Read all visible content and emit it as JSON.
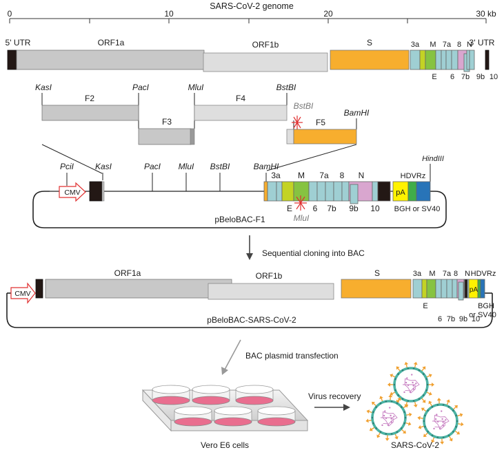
{
  "genome": {
    "title": "SARS-CoV-2 genome",
    "scale_ticks": [
      "0",
      "10",
      "20",
      "30 kb"
    ],
    "utr5": "5' UTR",
    "utr3": "3' UTR",
    "orf1a": "ORF1a",
    "orf1b": "ORF1b",
    "s": "S",
    "genes_top": [
      "3a",
      "M",
      "7a",
      "8",
      "N"
    ],
    "genes_bottom": [
      "E",
      "6",
      "7b",
      "9b",
      "10"
    ]
  },
  "fragments": {
    "sites": [
      "KasI",
      "PacI",
      "MluI",
      "BstBI",
      "BstBI",
      "BamHI"
    ],
    "labels": [
      "F2",
      "F3",
      "F4",
      "F5"
    ]
  },
  "bac1": {
    "name": "pBeloBAC-F1",
    "promoter": "CMV",
    "sites": [
      "PciI",
      "KasI",
      "PacI",
      "MluI",
      "BstBI",
      "BamHI",
      "HindIII"
    ],
    "genes_top": [
      "3a",
      "M",
      "7a",
      "8",
      "N"
    ],
    "genes_bottom": [
      "E",
      "6",
      "7b",
      "9b",
      "10"
    ],
    "mutated_site": "MluI",
    "pa": "pA",
    "hdvrz": "HDVRz",
    "terminator": "BGH or SV40"
  },
  "step1": "Sequential cloning into BAC",
  "bac2": {
    "name": "pBeloBAC-SARS-CoV-2",
    "promoter": "CMV",
    "orf1a": "ORF1a",
    "orf1b": "ORF1b",
    "s": "S",
    "genes_top": [
      "3a",
      "M",
      "7a",
      "8",
      "N"
    ],
    "genes_bottom": [
      "E",
      "6",
      "7b",
      "9b",
      "10"
    ],
    "pa": "pA",
    "hdvrz": "HDVRz",
    "bgh": "BGH",
    "sv40": "or SV40"
  },
  "step2": "BAC plasmid transfection",
  "cells": "Vero E6 cells",
  "step3": "Virus recovery",
  "virus": "SARS-CoV-2",
  "colors": {
    "utr": "#231815",
    "orf1a": "#c8c8c8",
    "orf1b": "#dedede",
    "s": "#f7ae2e",
    "accessory": "#9fcfd3",
    "e": "#c3d324",
    "m": "#86c341",
    "n": "#d9a6cf",
    "pa": "#fff200",
    "hdvrz": "#40ad49",
    "terminator": "#2874b8",
    "mutation": "#e03030",
    "dish": "#e96e8f",
    "virion_shell": "#4bb3a3",
    "virion_spike": "#f0a030",
    "virion_rna": "#c77fc2"
  }
}
